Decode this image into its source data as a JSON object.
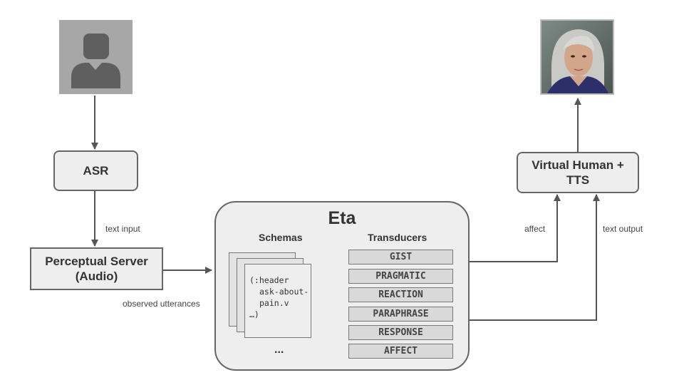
{
  "nodes": {
    "asr": "ASR",
    "perceptual_line1": "Perceptual Server",
    "perceptual_line2": "(Audio)",
    "virtual_line1": "Virtual Human +",
    "virtual_line2": "TTS"
  },
  "edges": {
    "text_input": "text input",
    "observed_utterances": "observed utterances",
    "affect": "affect",
    "text_output": "text output"
  },
  "eta": {
    "title": "Eta",
    "schemas_title": "Schemas",
    "transducers_title": "Transducers",
    "schema_code": [
      "(:header",
      "ask-about-",
      "pain.v",
      "…)"
    ],
    "more": "...",
    "transducers": [
      "GIST",
      "PRAGMATIC",
      "REACTION",
      "PARAPHRASE",
      "RESPONSE",
      "AFFECT"
    ]
  },
  "colors": {
    "box_fill": "#eeeeee",
    "border": "#666666",
    "transducer_fill": "#d9d9d9",
    "user_icon_bg": "#a7a7a7",
    "user_icon_fg": "#5f5f5f"
  },
  "icons": {
    "user": "user-silhouette-icon",
    "virtual_human": "virtual-human-portrait"
  }
}
